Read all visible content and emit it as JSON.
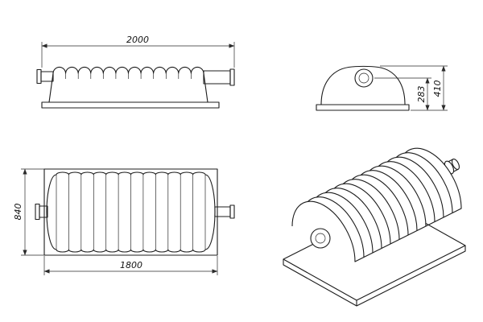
{
  "drawing": {
    "dims": {
      "overall_length": "2000",
      "height_to_center": "283",
      "overall_height": "410",
      "overall_width": "840",
      "base_length": "1800"
    },
    "colors": {
      "line": "#1c1c1c",
      "dim_line": "#2a2a2a",
      "background": "#ffffff"
    }
  }
}
